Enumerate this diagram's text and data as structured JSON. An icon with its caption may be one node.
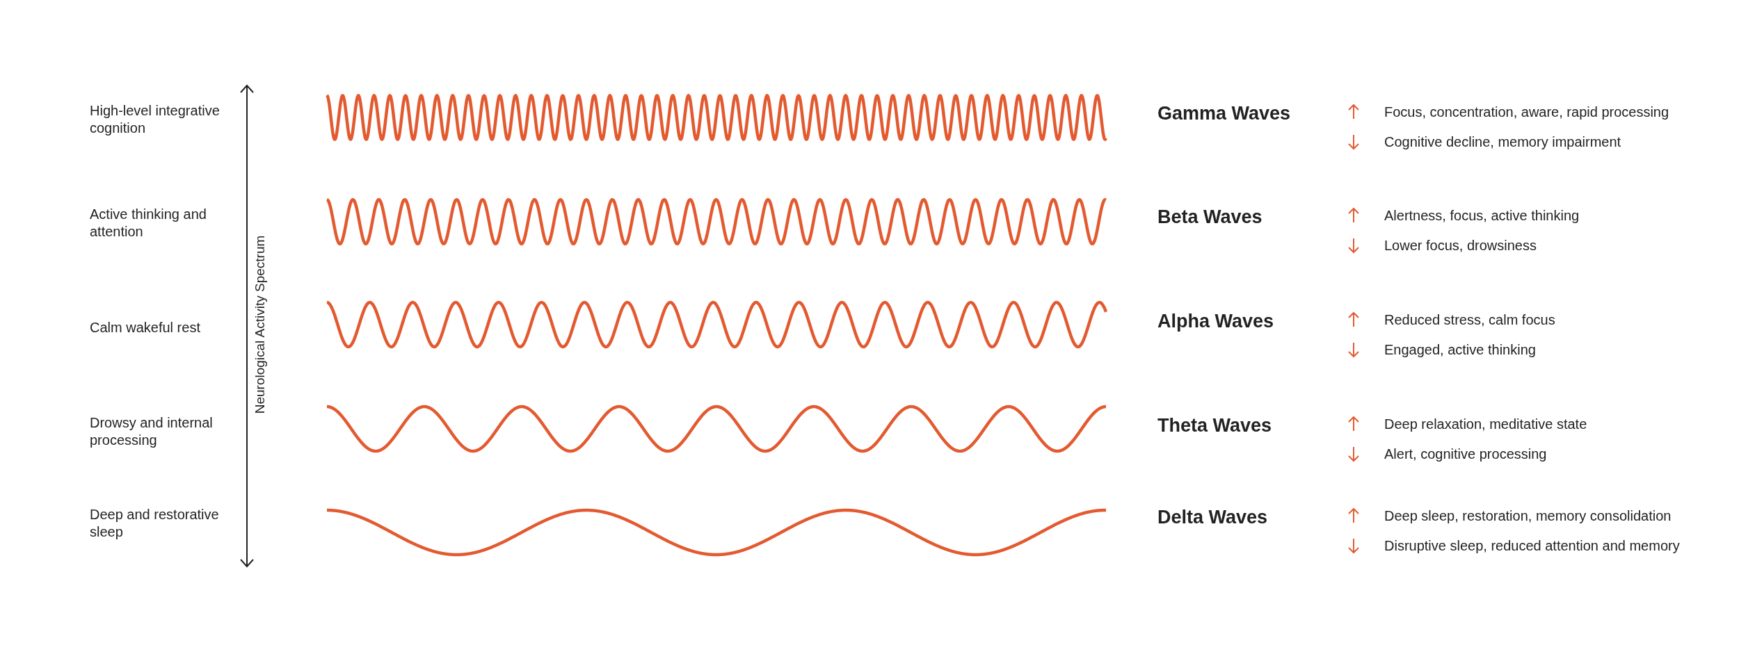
{
  "diagram": {
    "labels": [
      "High-level integrative cognition",
      "Gamma Waves",
      "Focus, concentration, aware, rapid processing",
      "Cognitive decline, memory impairment",
      "Active thinking and attention",
      "Beta Waves",
      "Alertness, focus, active thinking",
      "Lower focus, drowsiness",
      "Calm wakeful rest",
      "Alpha Waves",
      "Reduced stress, calm focus",
      "Engaged, active thinking",
      "Drowsy and internal processing",
      "Theta Waves",
      "Deep relaxation, meditative state",
      "Alert, cognitive processing",
      "Deep and restorative sleep",
      "Delta Waves",
      "Deep sleep, restoration, memory consolidation",
      "Disruptive sleep, reduced attention and memory",
      "Neurological Activity Spectrum"
    ]
  }
}
